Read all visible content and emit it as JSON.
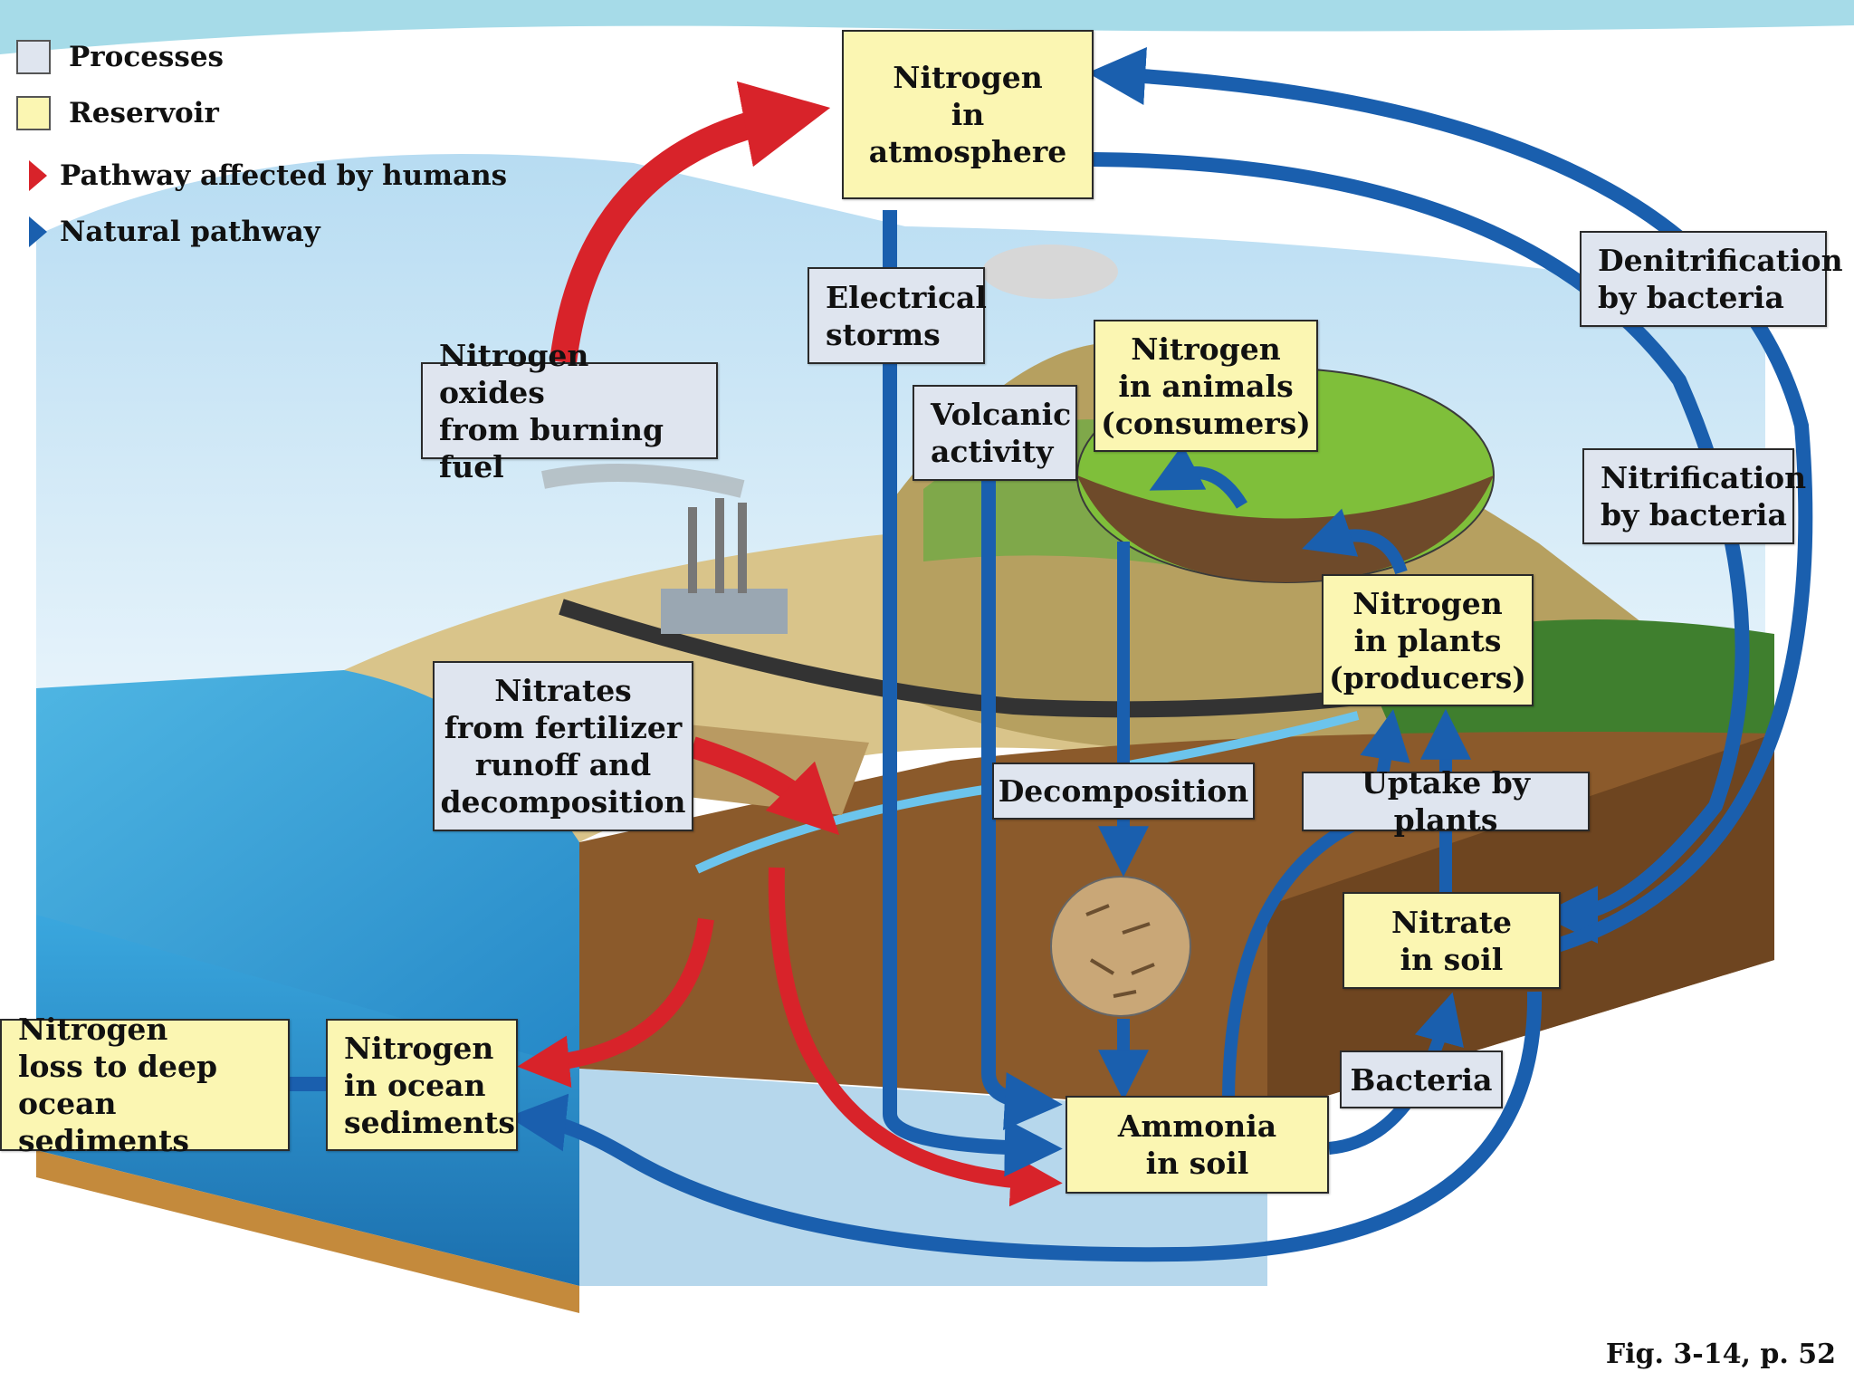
{
  "legend": {
    "processes": "Processes",
    "reservoir": "Reservoir",
    "human_pathway": "Pathway affected by humans",
    "natural_pathway": "Natural pathway"
  },
  "colors": {
    "process_fill": "#dfe5ef",
    "reservoir_fill": "#fbf6b2",
    "human_arrow": "#d8232a",
    "natural_arrow": "#1a5fae",
    "ocean": "#2f9fd6",
    "soil": "#8b5a2b",
    "land": "#d9c48a",
    "sky": "#8fc9ea"
  },
  "reservoirs": {
    "atmosphere": "Nitrogen\nin atmosphere",
    "animals": "Nitrogen\nin animals\n(consumers)",
    "plants": "Nitrogen\nin plants\n(producers)",
    "nitrate_soil": "Nitrate\nin soil",
    "ammonia_soil": "Ammonia\nin soil",
    "ocean_sediments": "Nitrogen\nin ocean\nsediments",
    "deep_loss": "Nitrogen\nloss to deep\nocean sediments"
  },
  "processes": {
    "electrical_storms": "Electrical\nstorms",
    "volcanic": "Volcanic\nactivity",
    "denitrification": "Denitrification\nby bacteria",
    "nitrification": "Nitrification\nby bacteria",
    "burning_fuel": "Nitrogen oxides\nfrom burning fuel",
    "fertilizer": "Nitrates\nfrom fertilizer\nrunoff and\ndecomposition",
    "decomposition": "Decomposition",
    "uptake": "Uptake by plants",
    "bacteria": "Bacteria"
  },
  "figure_label": "Fig. 3-14, p. 52"
}
